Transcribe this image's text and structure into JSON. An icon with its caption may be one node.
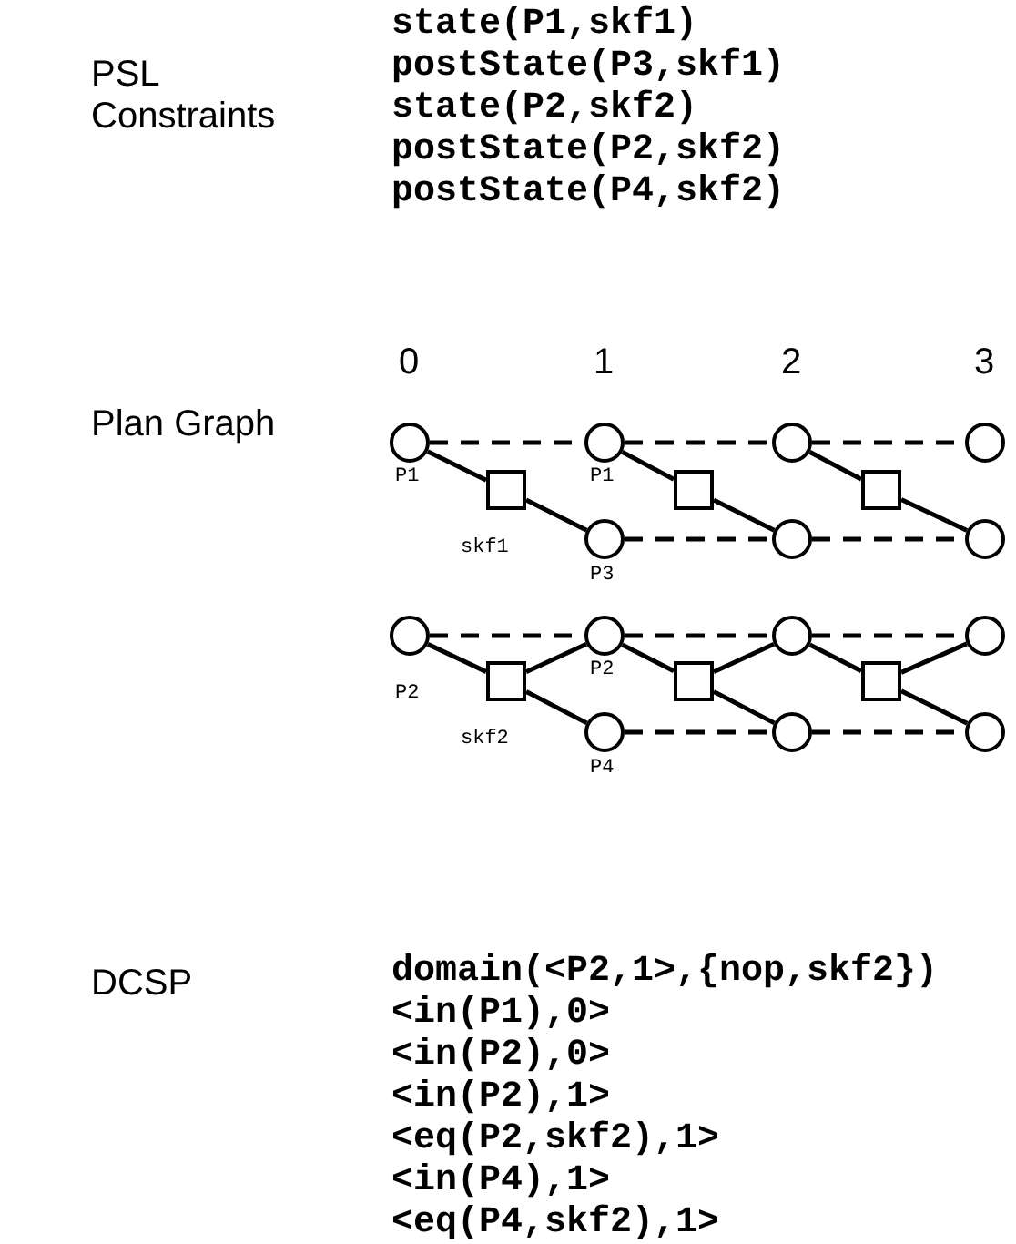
{
  "diagram": {
    "nodes": [
      {
        "text": [],
        "shape": "circle",
        "beside": [
          "P1"
        ]
      },
      {
        "text": [],
        "shape": "box",
        "beside": [
          "skf1"
        ]
      },
      {
        "text": [],
        "shape": "circle",
        "beside": [
          "P1"
        ]
      },
      {
        "text": [],
        "shape": "circle",
        "beside": [
          "P3"
        ]
      },
      {
        "text": [],
        "shape": "box"
      },
      {
        "text": [],
        "shape": "circle"
      },
      {
        "text": [],
        "shape": "circle"
      },
      {
        "text": [],
        "shape": "box"
      },
      {
        "text": [],
        "shape": "circle"
      },
      {
        "text": [],
        "shape": "circle"
      },
      {
        "text": [],
        "shape": "circle",
        "beside": [
          "P2"
        ]
      },
      {
        "text": [],
        "shape": "box",
        "beside": [
          "skf2"
        ]
      },
      {
        "text": [],
        "shape": "circle",
        "beside": [
          "P2"
        ]
      },
      {
        "text": [],
        "shape": "circle",
        "beside": [
          "P4"
        ]
      },
      {
        "text": [],
        "shape": "box"
      },
      {
        "text": [],
        "shape": "circle"
      },
      {
        "text": [],
        "shape": "circle"
      },
      {
        "text": [],
        "shape": "box"
      },
      {
        "text": [],
        "shape": "circle"
      },
      {
        "text": [],
        "shape": "circle"
      }
    ],
    "edges": [
      {
        "from": 0,
        "to": 2,
        "arrow": "none",
        "style": "dashed"
      },
      {
        "from": 0,
        "to": 1,
        "arrow": "none"
      },
      {
        "from": 1,
        "to": 3,
        "arrow": "none"
      },
      {
        "from": 2,
        "to": 5,
        "arrow": "none",
        "style": "dashed"
      },
      {
        "from": 2,
        "to": 4,
        "arrow": "none"
      },
      {
        "from": 4,
        "to": 6,
        "arrow": "none"
      },
      {
        "from": 3,
        "to": 6,
        "arrow": "none",
        "style": "dashed"
      },
      {
        "from": 5,
        "to": 8,
        "arrow": "none",
        "style": "dashed"
      },
      {
        "from": 5,
        "to": 7,
        "arrow": "none"
      },
      {
        "from": 7,
        "to": 9,
        "arrow": "none"
      },
      {
        "from": 6,
        "to": 9,
        "arrow": "none",
        "style": "dashed"
      },
      {
        "from": 10,
        "to": 12,
        "arrow": "none",
        "style": "dashed"
      },
      {
        "from": 10,
        "to": 11,
        "arrow": "none"
      },
      {
        "from": 11,
        "to": 12,
        "arrow": "none"
      },
      {
        "from": 11,
        "to": 13,
        "arrow": "none"
      },
      {
        "from": 12,
        "to": 15,
        "arrow": "none",
        "style": "dashed"
      },
      {
        "from": 12,
        "to": 14,
        "arrow": "none"
      },
      {
        "from": 14,
        "to": 15,
        "arrow": "none"
      },
      {
        "from": 14,
        "to": 16,
        "arrow": "none"
      },
      {
        "from": 13,
        "to": 16,
        "arrow": "none",
        "style": "dashed"
      },
      {
        "from": 15,
        "to": 18,
        "arrow": "none",
        "style": "dashed"
      },
      {
        "from": 15,
        "to": 17,
        "arrow": "none"
      },
      {
        "from": 17,
        "to": 18,
        "arrow": "none"
      },
      {
        "from": 17,
        "to": 19,
        "arrow": "none"
      },
      {
        "from": 16,
        "to": 19,
        "arrow": "none",
        "style": "dashed"
      }
    ],
    "labels": [
      "PSL Constraints",
      "state(P1,skf1)",
      "postState(P3,skf1)",
      "state(P2,skf2)",
      "postState(P2,skf2)",
      "postState(P4,skf2)",
      "0",
      "1",
      "2",
      "3",
      "Plan Graph",
      "DCSP",
      "domain(<P2,1>,{nop,skf2})",
      "<in(P1),0>",
      "<in(P2),0>",
      "<in(P2),1>",
      "<eq(P2,skf2),1>",
      "<in(P4),1>",
      "<eq(P4,skf2),1>"
    ]
  }
}
